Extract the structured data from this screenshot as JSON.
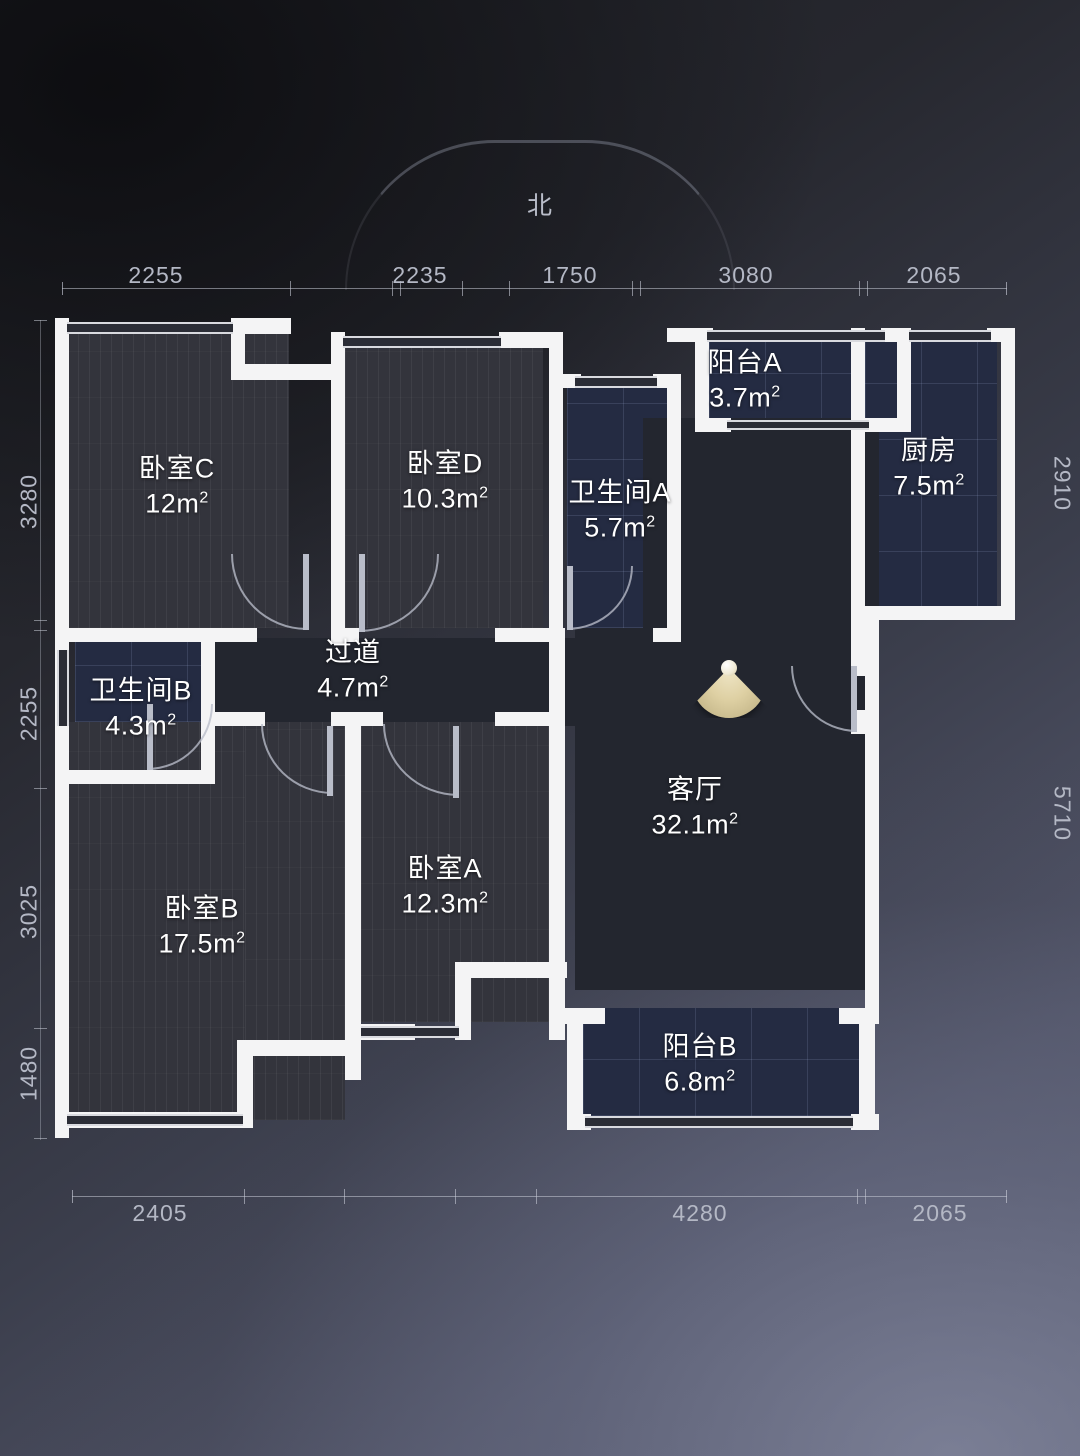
{
  "compass": {
    "label": "北",
    "icon": "north-arc-icon"
  },
  "rulers": {
    "top": {
      "segments": [
        {
          "value": "2255",
          "mm": 2255
        },
        {
          "value": "2235",
          "mm": 2235
        },
        {
          "value": "1750",
          "mm": 1750
        },
        {
          "value": "3080",
          "mm": 3080
        },
        {
          "value": "2065",
          "mm": 2065
        }
      ]
    },
    "bottom": {
      "segments": [
        {
          "value": "2405",
          "mm": 2405
        },
        {
          "value": "4280",
          "mm": 4280
        },
        {
          "value": "2065",
          "mm": 2065
        }
      ]
    },
    "left": {
      "segments": [
        {
          "value": "3280",
          "mm": 3280
        },
        {
          "value": "2255",
          "mm": 2255
        },
        {
          "value": "3025",
          "mm": 3025
        },
        {
          "value": "1480",
          "mm": 1480
        }
      ]
    },
    "right": {
      "segments": [
        {
          "value": "2910",
          "mm": 2910
        },
        {
          "value": "5710",
          "mm": 5710
        }
      ]
    }
  },
  "rooms": [
    {
      "key": "bedroom_c",
      "name": "卧室C",
      "area": "12m",
      "unit": "2",
      "floor": "wood"
    },
    {
      "key": "bedroom_d",
      "name": "卧室D",
      "area": "10.3m",
      "unit": "2",
      "floor": "wood"
    },
    {
      "key": "bathroom_a",
      "name": "卫生间A",
      "area": "5.7m",
      "unit": "2",
      "floor": "tile"
    },
    {
      "key": "balcony_a",
      "name": "阳台A",
      "area": "3.7m",
      "unit": "2",
      "floor": "tile"
    },
    {
      "key": "kitchen",
      "name": "厨房",
      "area": "7.5m",
      "unit": "2",
      "floor": "tile"
    },
    {
      "key": "bathroom_b",
      "name": "卫生间B",
      "area": "4.3m",
      "unit": "2",
      "floor": "tile"
    },
    {
      "key": "corridor",
      "name": "过道",
      "area": "4.7m",
      "unit": "2",
      "floor": "dark"
    },
    {
      "key": "bedroom_b",
      "name": "卧室B",
      "area": "17.5m",
      "unit": "2",
      "floor": "wood"
    },
    {
      "key": "bedroom_a",
      "name": "卧室A",
      "area": "12.3m",
      "unit": "2",
      "floor": "wood"
    },
    {
      "key": "living",
      "name": "客厅",
      "area": "32.1m",
      "unit": "2",
      "floor": "dark"
    },
    {
      "key": "balcony_b",
      "name": "阳台B",
      "area": "6.8m",
      "unit": "2",
      "floor": "tile"
    }
  ],
  "markers": [
    {
      "key": "entrance",
      "icon": "entry-cone-icon"
    }
  ],
  "colors": {
    "wall": "#f4f4f5",
    "floor_wood": "#33343c",
    "floor_tile": "#242b42",
    "floor_dark": "#23262f",
    "label_text": "#ffffff",
    "dimension_text": "#b4b8c5",
    "entry_marker": "#ded0a3"
  }
}
